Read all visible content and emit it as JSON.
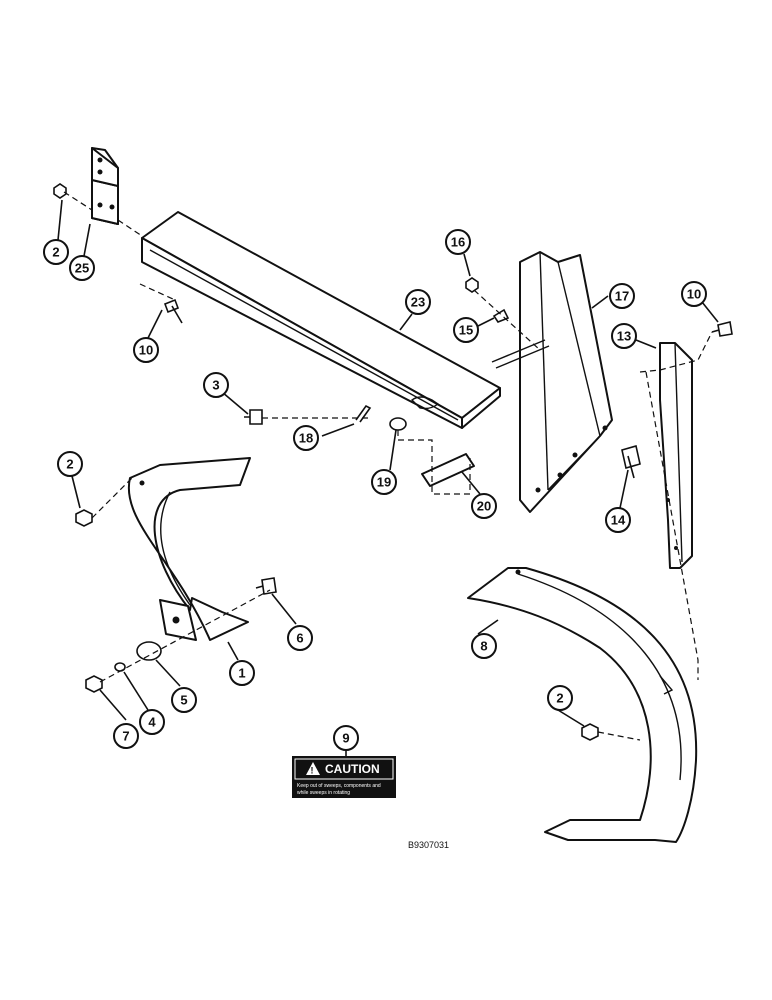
{
  "callouts": {
    "c1": "1",
    "c2a": "2",
    "c2b": "2",
    "c2c": "2",
    "c3": "3",
    "c4": "4",
    "c5": "5",
    "c6": "6",
    "c7": "7",
    "c8": "8",
    "c9": "9",
    "c10a": "10",
    "c10b": "10",
    "c13": "13",
    "c14": "14",
    "c15": "15",
    "c16": "16",
    "c17": "17",
    "c18": "18",
    "c19": "19",
    "c20": "20",
    "c23": "23",
    "c25": "25"
  },
  "caution_label": {
    "title": "CAUTION",
    "line1": "Keep out of sweeps, components and",
    "line2": "while sweeps in rotating"
  },
  "reference_code": "B9307031"
}
